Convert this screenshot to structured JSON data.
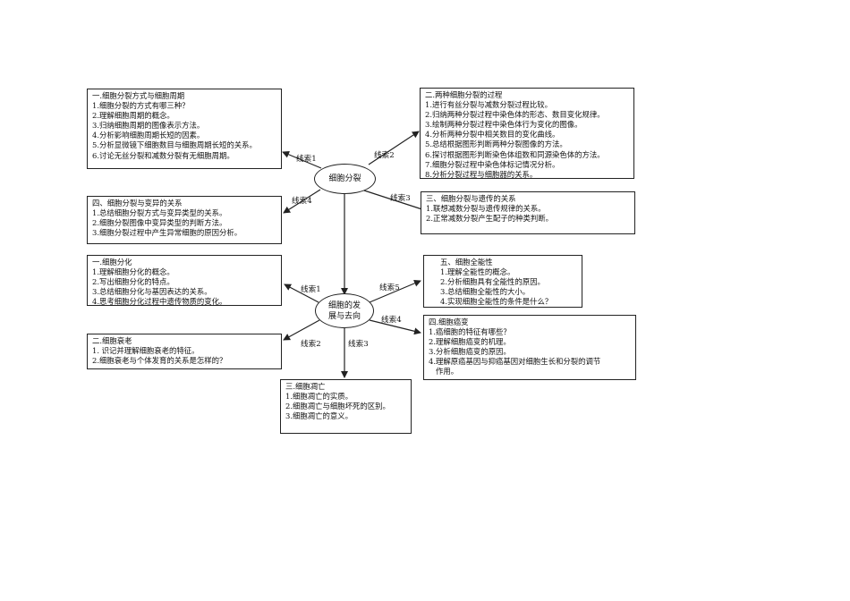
{
  "hub1": {
    "label": "细胞分裂"
  },
  "hub2": {
    "label_line1": "细胞的发",
    "label_line2": "展与去向"
  },
  "clues1": [
    "线索1",
    "线索2",
    "线索3",
    "线索4"
  ],
  "clues2": [
    "线索1",
    "线索2",
    "线索3",
    "线索4",
    "线索5"
  ],
  "box_a1": {
    "title": "一.细胞分裂方式与细胞周期",
    "items": [
      "1.细胞分裂的方式有哪三种？",
      "2.理解细胞周期的概念。",
      "3.归纳细胞周期的图像表示方法。",
      "4.分析影响细胞周期长短的因素。",
      "5.分析显微镜下细胞数目与细胞周期长短的关系。",
      "6.讨论无丝分裂和减数分裂有无细胞周期。"
    ]
  },
  "box_a2": {
    "title": "二.两种细胞分裂的过程",
    "items": [
      "1.进行有丝分裂与减数分裂过程比较。",
      "2.归纳两种分裂过程中染色体的形态、数目变化规律。",
      "3.绘制两种分裂过程中染色体行为变化的图像。",
      "4.分析两种分裂中相关数目的变化曲线。",
      "5.总结根据图形判断两种分裂图像的方法。",
      "6.探讨根据图形判断染色体组数和同源染色体的方法。",
      "7.细胞分裂过程中染色体标记情况分析。",
      "8.分析分裂过程与细胞器的关系。"
    ]
  },
  "box_a3": {
    "title": "三、细胞分裂与遗传的关系",
    "items": [
      "1.联想减数分裂与遗传规律的关系。",
      "2.正常减数分裂产生配子的种类判断。"
    ]
  },
  "box_a4": {
    "title": "四、细胞分裂与变异的关系",
    "items": [
      "1.总结细胞分裂方式与变异类型的关系。",
      "2.细胞分裂图像中变异类型的判断方法。",
      "3.细胞分裂过程中产生异常细胞的原因分析。"
    ]
  },
  "box_b1": {
    "title": "一.细胞分化",
    "items": [
      "1.理解细胞分化的概念。",
      "2.写出细胞分化的特点。",
      "3.总结细胞分化与基因表达的关系。",
      "4.思考细胞分化过程中遗传物质的变化。"
    ]
  },
  "box_b2": {
    "title": "二.细胞衰老",
    "items": [
      "1. 识记并理解细胞衰老的特征。",
      "2.细胞衰老与个体发育的关系是怎样的？"
    ]
  },
  "box_b3": {
    "title": "三.细胞凋亡",
    "items": [
      "1.细胞凋亡的实质。",
      "2.细胞凋亡与细胞坏死的区别。",
      "3.细胞凋亡的意义。"
    ]
  },
  "box_b4": {
    "title": "四.细胞癌变",
    "items": [
      "1.癌细胞的特征有哪些？",
      "2.理解细胞癌变的机理。",
      "3.分析细胞癌变的原因。",
      "4.理解原癌基因与抑癌基因对细胞生长和分裂的调节",
      "   作用。"
    ]
  },
  "box_b5": {
    "title": "五、细胞全能性",
    "items": [
      "1.理解全能性的概念。",
      "2.分析细胞具有全能性的原因。",
      "3.总结细胞全能性的大小。",
      "4.实现细胞全能性的条件是什么？"
    ]
  }
}
